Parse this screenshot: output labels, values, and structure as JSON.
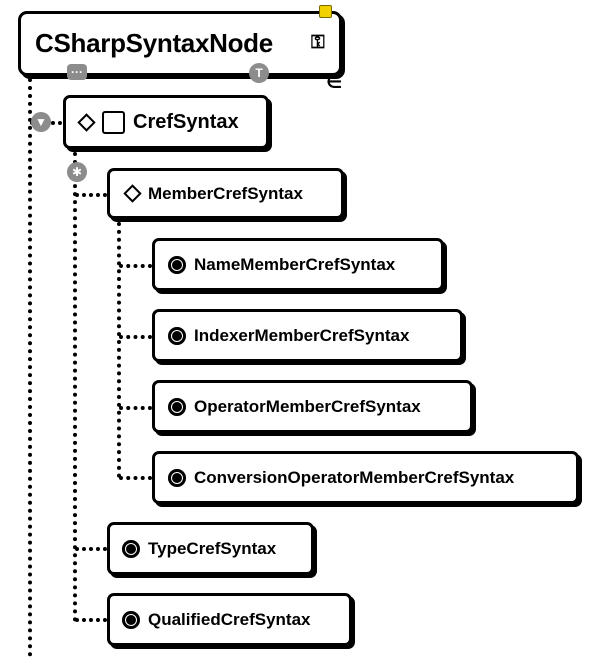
{
  "nodes": {
    "root": "CSharpSyntaxNode",
    "cref": "CrefSyntax",
    "member_cref": "MemberCrefSyntax",
    "name_member_cref": "NameMemberCrefSyntax",
    "indexer_member_cref": "IndexerMemberCrefSyntax",
    "operator_member_cref": "OperatorMemberCrefSyntax",
    "conversion_operator_member_cref": "ConversionOperatorMemberCrefSyntax",
    "type_cref": "TypeCrefSyntax",
    "qualified_cref": "QualifiedCrefSyntax"
  },
  "controls": {
    "more_glyph": "···",
    "collapse_glyph": "▼",
    "inherit_glyph": "T",
    "expand_all_glyph": "✱",
    "extension_glyph": "∈",
    "hierarchy_glyph": "⚿"
  },
  "icons": {
    "root_extra": "hierarchy-icon",
    "abstract": "diamond-icon",
    "interface_like": "square-icon",
    "sealed": "sealed-class-icon",
    "badge": "yellow-badge-icon"
  },
  "colors": {
    "border": "#000000",
    "control_bg": "#8c8c8c",
    "badge": "#f2d100"
  }
}
